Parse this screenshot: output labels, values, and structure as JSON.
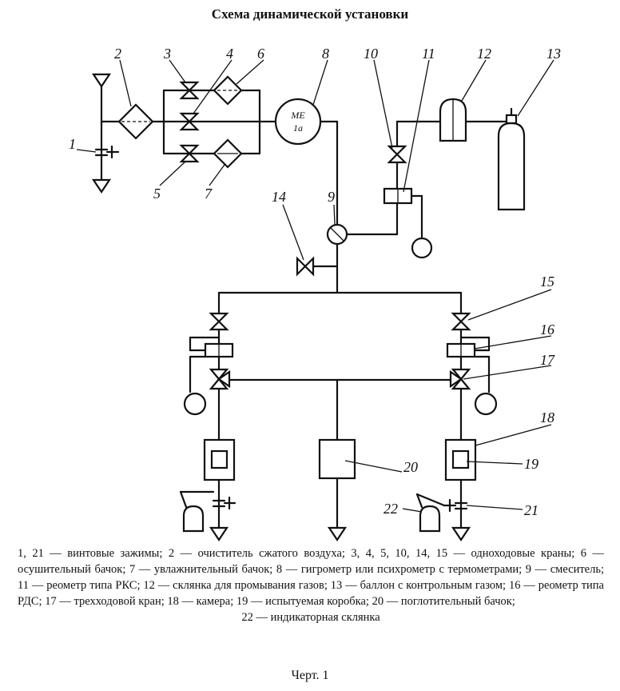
{
  "title": "Схема динамической установки",
  "device_labels": {
    "hygrometer_line1": "МЕ",
    "hygrometer_line2": "1а"
  },
  "callouts": [
    "1",
    "2",
    "3",
    "4",
    "5",
    "6",
    "7",
    "8",
    "9",
    "10",
    "11",
    "12",
    "13",
    "14",
    "15",
    "16",
    "17",
    "18",
    "19",
    "20",
    "21",
    "22"
  ],
  "legend": [
    "1, 21 — винтовые зажимы; 2 — очиститель сжатого воздуха; 3, 4, 5, 10, 14, 15 — одноходовые краны; 6 — осушительный бачок; 7 — увлажнительный бачок; 8 — гигрометр или психрометр с термометрами; 9 — смеситель; 11 — реометр типа РКС; 12 — склянка для промывания газов; 13 — баллон с контрольным газом; 16 — реометр типа РДС; 17 — трехходовой кран; 18 — камера; 19 — испытуемая коробка; 20 — поглотительный бачок;",
    "22 — индикаторная склянка"
  ],
  "caption": "Черт. 1"
}
